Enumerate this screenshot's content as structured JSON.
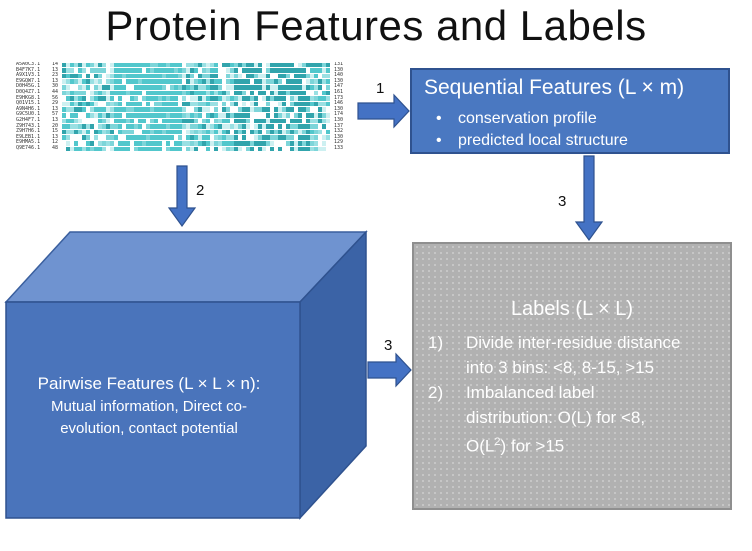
{
  "title": "Protein Features and Labels",
  "msa": {
    "ids": [
      "A5A0C3.1",
      "B4F7K7.1",
      "A9X1V3.1",
      "E9GQW7.1",
      "D0H45G.1",
      "D0Q4Z7.1",
      "E9HKG8.1",
      "Q01V15.1",
      "A9N4H6.1",
      "G9C5U0.1",
      "G2H4F7.1",
      "Z9H743.1",
      "Z9H7H6.1",
      "E9LEB1.1",
      "E9HMA5.1",
      "Q9E746.1"
    ],
    "starts": [
      "14",
      "13",
      "23",
      "13",
      "30",
      "44",
      "56",
      "29",
      "13",
      "57",
      "13",
      "20",
      "15",
      "13",
      "12",
      "48"
    ],
    "ends": [
      "131",
      "130",
      "140",
      "130",
      "147",
      "161",
      "173",
      "146",
      "130",
      "174",
      "130",
      "137",
      "132",
      "130",
      "129",
      "133"
    ]
  },
  "sequential": {
    "title": "Sequential Features (L × m)",
    "items": [
      "conservation profile",
      "predicted local structure"
    ]
  },
  "labels": {
    "title": "Labels (L × L)",
    "items": [
      {
        "num": "1)",
        "lines": [
          "Divide inter-residue distance",
          "into 3 bins: <8, 8-15, >15"
        ]
      },
      {
        "num": "2)",
        "lines": [
          "Imbalanced label",
          "distribution: O(L) for <8,"
        ]
      }
    ],
    "last_line_prefix": "O(L",
    "last_line_sup": "2",
    "last_line_suffix": ") for >15"
  },
  "pairwise": {
    "title": "Pairwise Features (L × L × n):",
    "desc_lines": [
      "Mutual information, Direct co-",
      "evolution, contact potential"
    ]
  },
  "arrows": {
    "a1": "1",
    "a2": "2",
    "a3_top": "3",
    "a3_mid": "3"
  },
  "colors": {
    "box_blue": "#4a78c1",
    "cube_front": "#4a74bb",
    "labels_gray": "#b1b1b1",
    "msa_cyan": "#3fc1c7"
  }
}
